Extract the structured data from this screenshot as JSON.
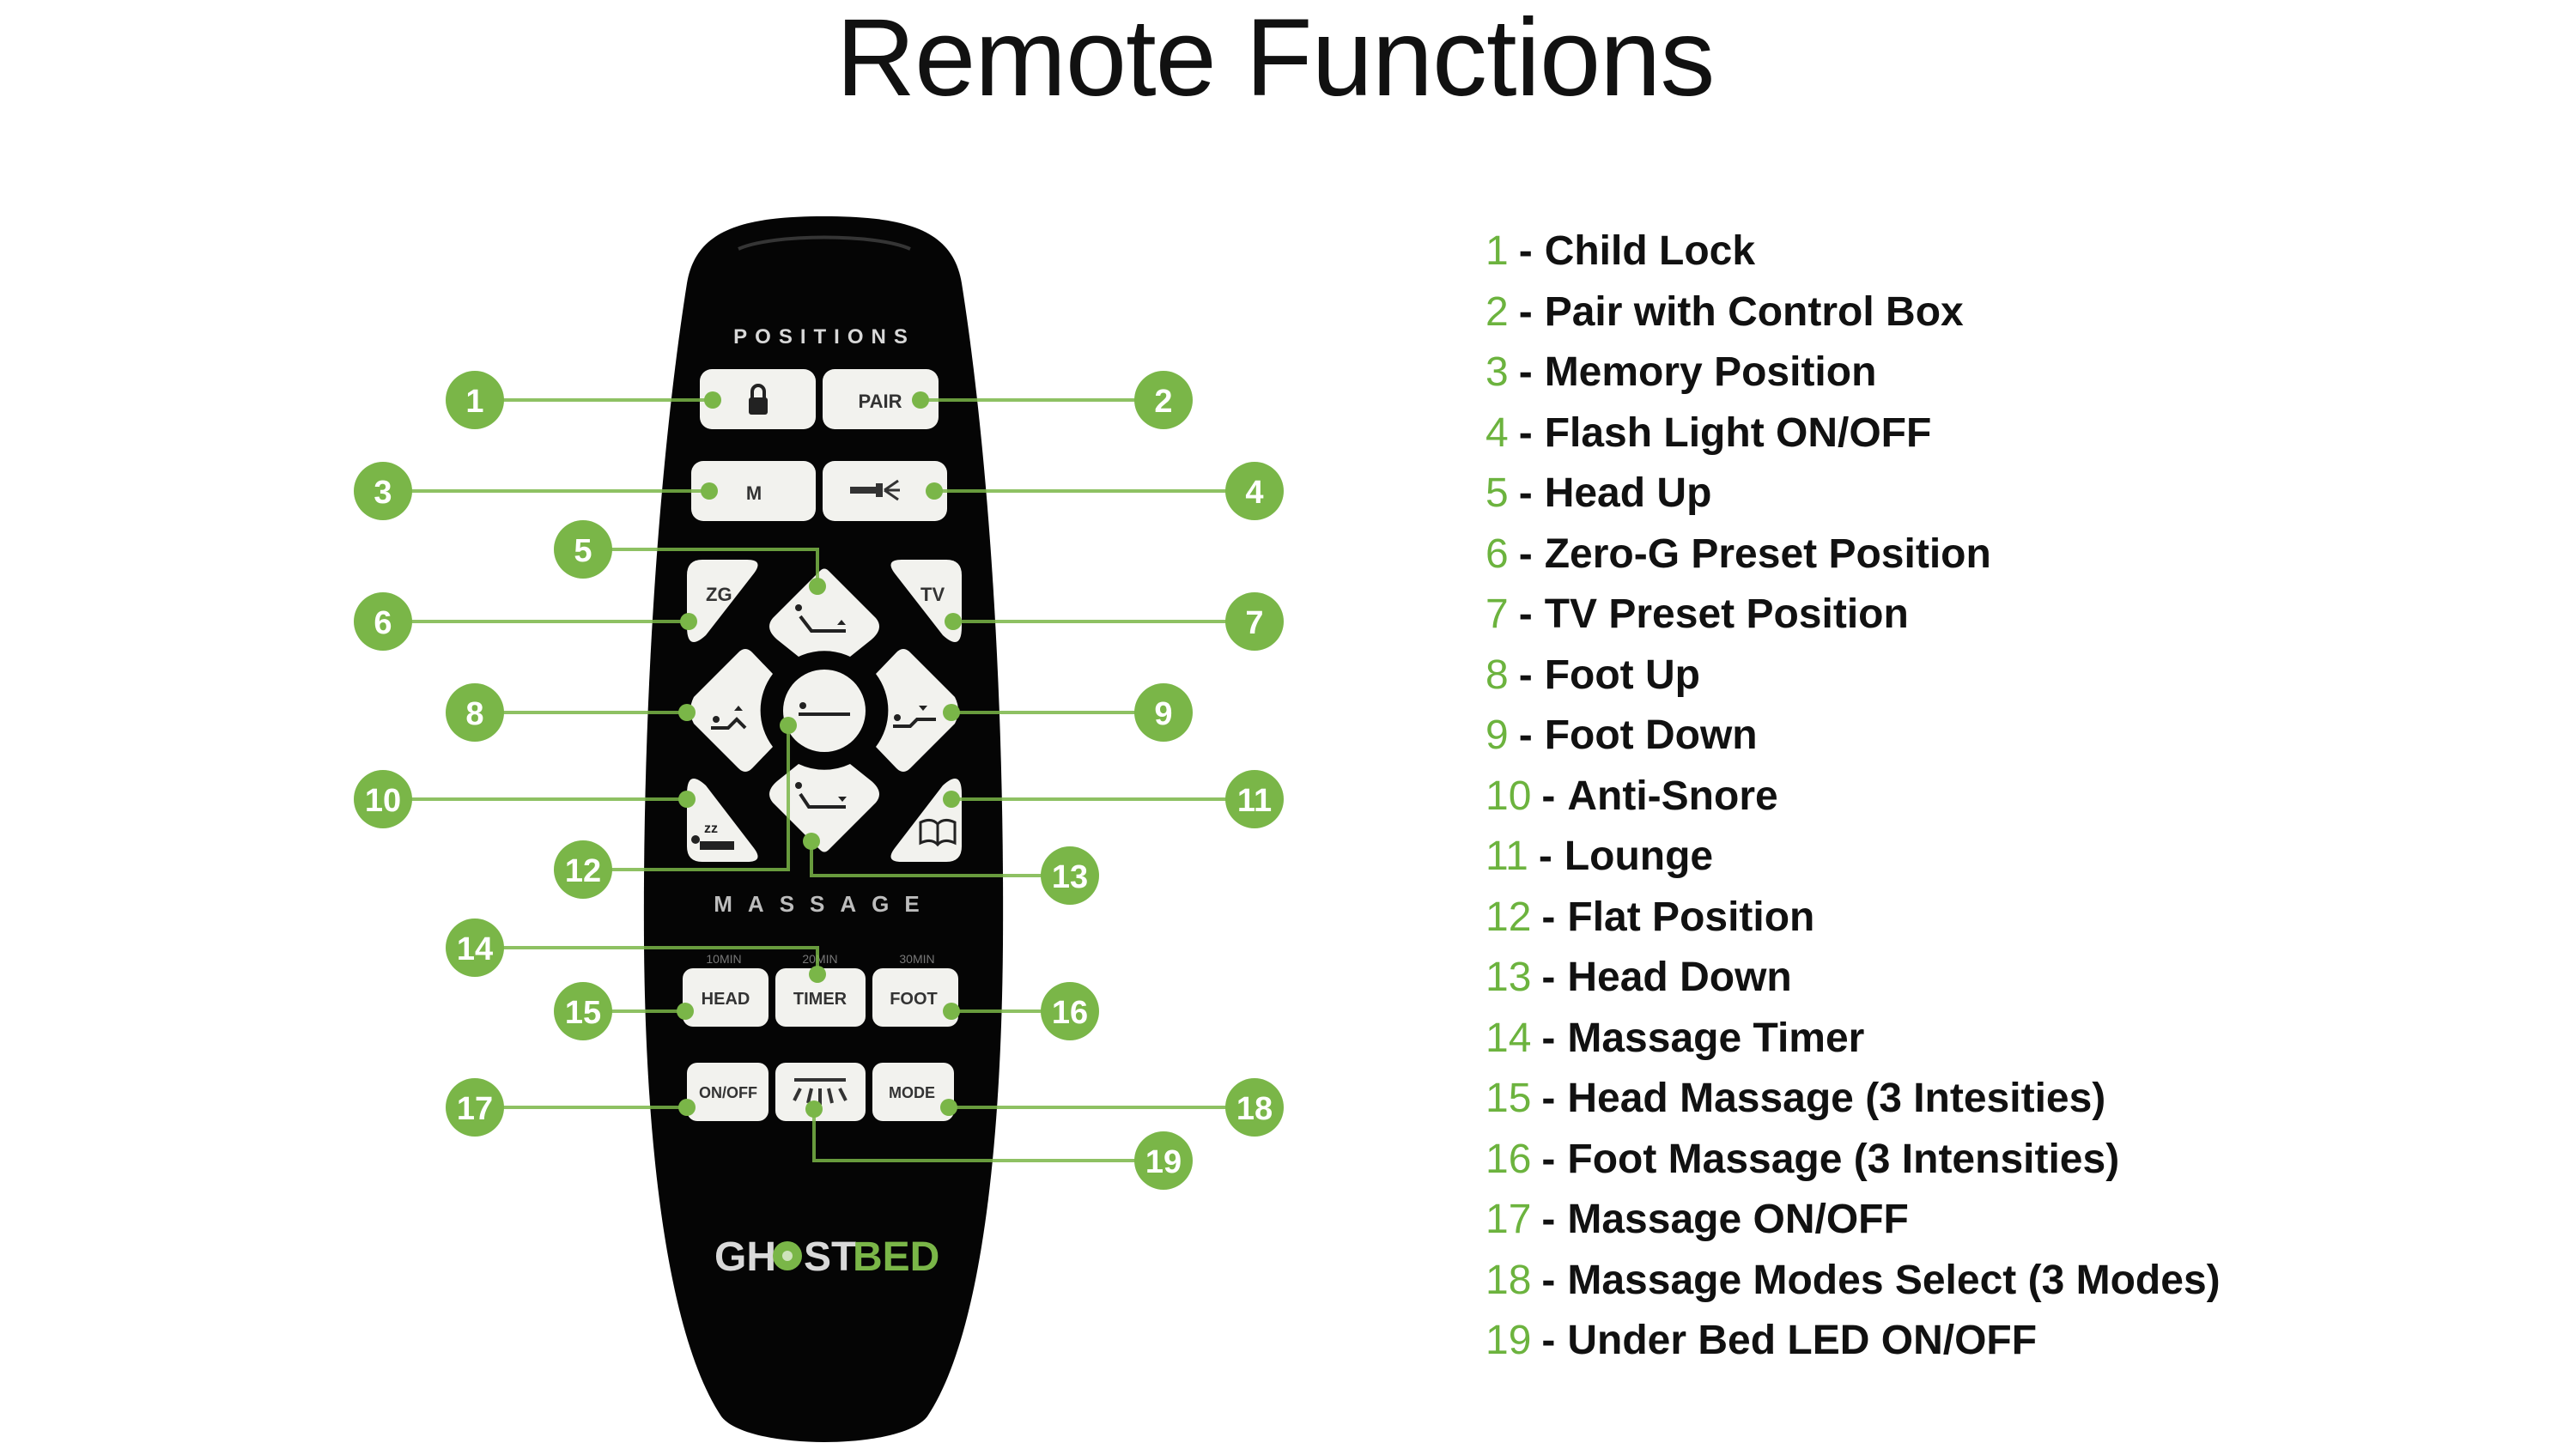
{
  "title": "Remote Functions",
  "colors": {
    "accent": "#7ab648",
    "remote_body": "#050505",
    "button": "#f2f2ee",
    "text": "#111111"
  },
  "remote": {
    "section_positions": "POSITIONS",
    "section_massage": "MASSAGE",
    "buttons": {
      "lock_icon": "lock-icon",
      "pair": "PAIR",
      "memory": "M",
      "flashlight_icon": "flashlight-icon",
      "zero_g": "ZG",
      "tv": "TV",
      "head": "HEAD",
      "timer": "TIMER",
      "foot": "FOOT",
      "onoff": "ON/OFF",
      "mode": "MODE",
      "led_icon": "under-bed-led-icon"
    },
    "timer_labels": [
      "10MIN",
      "20MIN",
      "30MIN"
    ],
    "logo_part1": "GH",
    "logo_o": "O",
    "logo_part2": "ST",
    "logo_part3": "BED"
  },
  "callouts": [
    "1",
    "2",
    "3",
    "4",
    "5",
    "6",
    "7",
    "8",
    "9",
    "10",
    "11",
    "12",
    "13",
    "14",
    "15",
    "16",
    "17",
    "18",
    "19"
  ],
  "legend": [
    {
      "num": "1",
      "label": "Child Lock"
    },
    {
      "num": "2",
      "label": "Pair with Control Box"
    },
    {
      "num": "3",
      "label": "Memory Position"
    },
    {
      "num": "4",
      "label": "Flash Light ON/OFF"
    },
    {
      "num": "5",
      "label": "Head Up"
    },
    {
      "num": "6",
      "label": "Zero-G Preset Position"
    },
    {
      "num": "7",
      "label": "TV Preset Position"
    },
    {
      "num": "8",
      "label": "Foot Up"
    },
    {
      "num": "9",
      "label": "Foot Down"
    },
    {
      "num": "10",
      "label": "Anti-Snore"
    },
    {
      "num": "11",
      "label": "Lounge"
    },
    {
      "num": "12",
      "label": "Flat Position"
    },
    {
      "num": "13",
      "label": "Head Down"
    },
    {
      "num": "14",
      "label": "Massage Timer"
    },
    {
      "num": "15",
      "label": "Head Massage (3 Intesities)"
    },
    {
      "num": "16",
      "label": "Foot Massage (3 Intensities)"
    },
    {
      "num": "17",
      "label": "Massage ON/OFF"
    },
    {
      "num": "18",
      "label": "Massage Modes Select (3 Modes)"
    },
    {
      "num": "19",
      "label": "Under Bed LED ON/OFF"
    }
  ],
  "separator": "-"
}
